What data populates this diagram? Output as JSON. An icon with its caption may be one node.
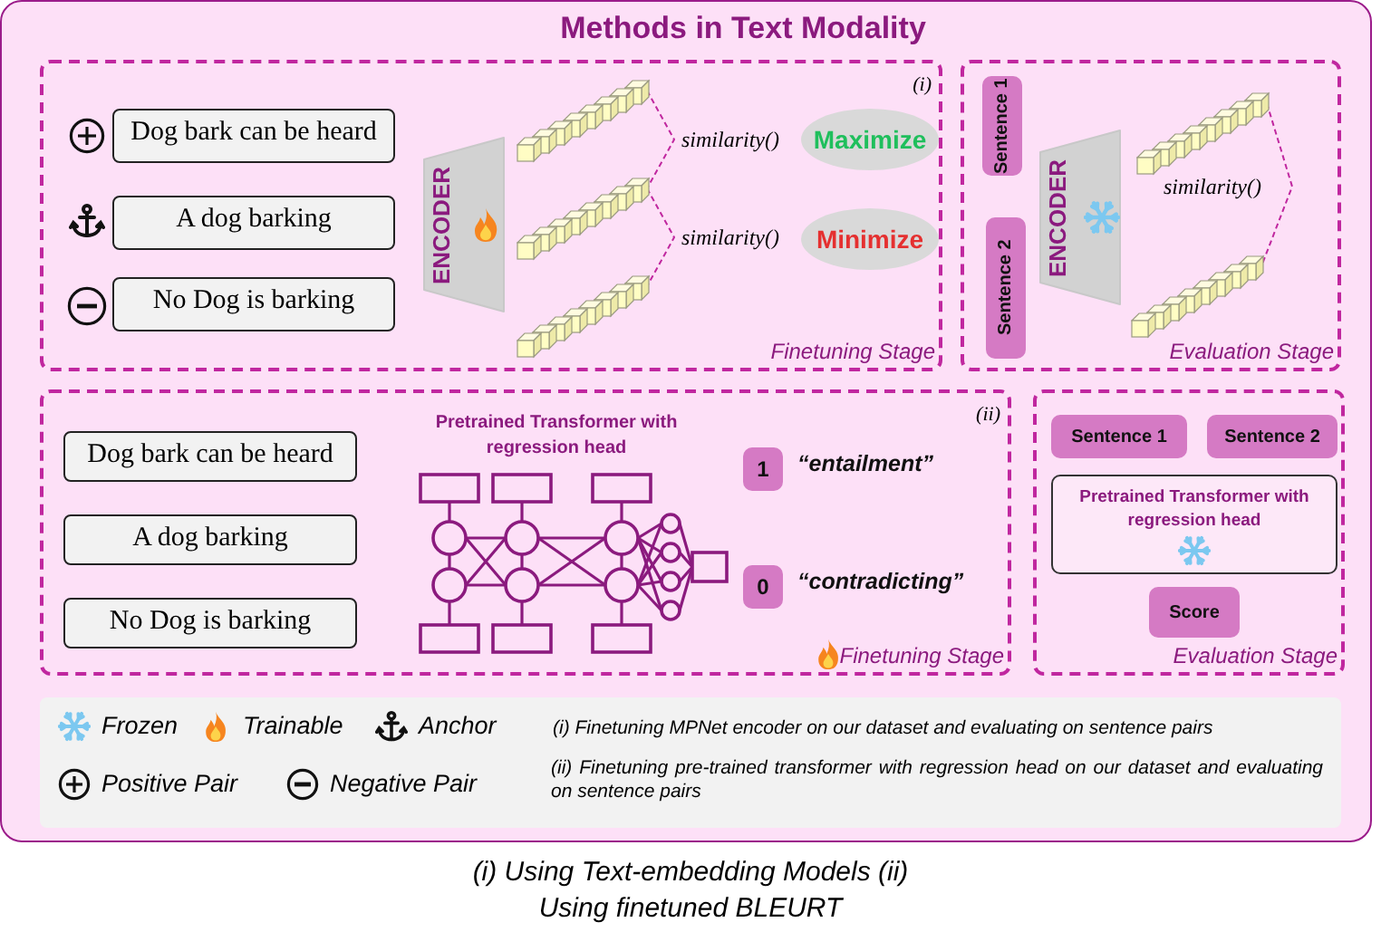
{
  "diagram": {
    "title": "Methods in Text Modality",
    "caption": "(i) Using Text-embedding Models (ii) Using finetuned BLEURT",
    "nodes": [
      {
        "text": [
          "(i)",
          "Finetuning Stage"
        ]
      },
      {
        "text": [
          "Dog bark can be heard"
        ],
        "in": 0
      },
      {
        "text": [
          "A dog barking"
        ],
        "in": 0
      },
      {
        "text": [
          "No Dog is barking"
        ],
        "in": 0
      },
      {
        "text": [
          "ENCODER"
        ],
        "in": 0
      },
      {
        "text": [],
        "shape": "bar",
        "in": 0
      },
      {
        "text": [],
        "shape": "bar",
        "in": 0
      },
      {
        "text": [],
        "shape": "bar",
        "in": 0
      },
      {
        "text": [
          "Maximize"
        ],
        "in": 0
      },
      {
        "text": [
          "Minimize"
        ],
        "in": 0
      },
      {
        "text": [
          "Evaluation Stage"
        ]
      },
      {
        "text": [
          "Sentence 1"
        ],
        "in": 10
      },
      {
        "text": [
          "Sentence 2"
        ],
        "in": 10
      },
      {
        "text": [
          "ENCODER"
        ],
        "in": 10
      },
      {
        "text": [],
        "shape": "bar",
        "in": 10
      },
      {
        "text": [],
        "shape": "bar",
        "in": 10
      },
      {
        "text": [
          "(ii)",
          "Finetuning Stage"
        ]
      },
      {
        "text": [
          "Dog bark can be heard"
        ],
        "in": 16
      },
      {
        "text": [
          "A dog barking"
        ],
        "in": 16
      },
      {
        "text": [
          "No Dog is barking"
        ],
        "in": 16
      },
      {
        "text": [
          "Pretrained Transformer with regression head"
        ],
        "in": 16
      },
      {
        "text": [
          "1"
        ],
        "beside": [
          "“entailment”"
        ],
        "in": 16
      },
      {
        "text": [
          "0"
        ],
        "beside": [
          "“contradicting”"
        ],
        "in": 16
      },
      {
        "text": [
          "Evaluation Stage"
        ]
      },
      {
        "text": [
          "Sentence 1"
        ],
        "in": 23
      },
      {
        "text": [
          "Sentence 2"
        ],
        "in": 23
      },
      {
        "text": [
          "Pretrained Transformer with regression head"
        ],
        "in": 23
      },
      {
        "text": [
          "Score"
        ],
        "in": 23
      }
    ],
    "edges": [
      {
        "from": 5,
        "to": 6,
        "arrow": "none",
        "label": "similarity()",
        "style": "dashed"
      },
      {
        "from": 6,
        "to": 7,
        "arrow": "none",
        "label": "similarity()",
        "style": "dashed"
      },
      {
        "from": 14,
        "to": 15,
        "arrow": "none",
        "label": "similarity()",
        "style": "dashed"
      }
    ],
    "labels": [
      "(i) Finetuning MPNet encoder on our dataset and evaluating on sentence pairs",
      "(ii) Finetuning pre-trained transformer with regression head on our dataset and evaluating on sentence pairs"
    ],
    "legend": [
      {
        "text": "Frozen"
      },
      {
        "text": "Trainable"
      },
      {
        "text": "Anchor"
      },
      {
        "text": "Positive Pair"
      },
      {
        "text": "Negative Pair"
      }
    ]
  }
}
